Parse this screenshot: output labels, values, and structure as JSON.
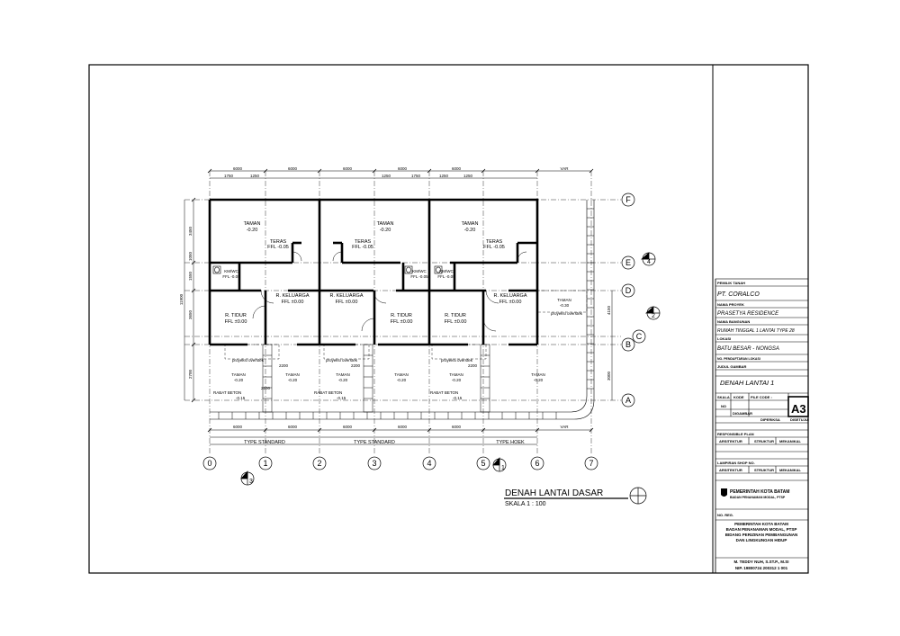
{
  "drawing": {
    "title": "DENAH LANTAI DASAR",
    "scale": "SKALA 1 : 100",
    "grid_columns": [
      "0",
      "1",
      "2",
      "3",
      "4",
      "5",
      "6",
      "7"
    ],
    "grid_rows": [
      "F",
      "E",
      "D",
      "C",
      "B",
      "A"
    ],
    "section_marks": [
      "4",
      "2",
      "3",
      "1"
    ],
    "type_labels": [
      "TYPE STANDARD",
      "TYPE STANDARD",
      "TYPE HOEK"
    ],
    "rooms": {
      "taman": "TAMAN",
      "taman_level": "-0.20",
      "teras": "TERAS",
      "teras_level": "FFL -0.05",
      "kmwc": "KM/WC",
      "kmwc_level": "FFL -0.05",
      "keluarga": "R. KELUARGA",
      "tidur": "R. TIDUR",
      "ffl_zero": "FFL ±0.00",
      "taman_right_level": "-0.30",
      "rabat": "RABAT BETON",
      "rabat_level": "-0.15",
      "overstek": "proyeksi overstek"
    },
    "dims_top": [
      "6000",
      "6000",
      "6000",
      "6000",
      "6000",
      "VAR"
    ],
    "dims_top_inner": [
      "1750",
      "1250",
      "1250",
      "1750",
      "1250",
      "1250"
    ],
    "dims_bottom": [
      "6000",
      "6000",
      "6000",
      "6000",
      "6000",
      "VAR"
    ],
    "dims_bottom_inner": [
      "2200",
      "2200",
      "2200",
      "2200"
    ],
    "dims_left": [
      "3450",
      "1050",
      "1550",
      "3650",
      "2700"
    ],
    "dims_left_total": "11900",
    "dims_right": [
      "4150",
      "3000"
    ]
  },
  "title_block": {
    "owner_label": "PEMILIK TANAH",
    "owner": "PT. CORALCO",
    "project_label": "NAMA PROYEK",
    "project": "PRASETYA RESIDENCE",
    "building_label": "NAMA BANGUNAN",
    "building": "RUMAH TINGGAL 1 LANTAI TYPE 28",
    "location_label": "LOKASI",
    "location": "BATU BESAR - NONGSA",
    "permit_row": "NO. PENDAFTARAN LOKASI",
    "sheet_title_label": "JUDUL GAMBAR",
    "sheet_title": "DENAH LANTAI 1",
    "scale_label": "SKALA",
    "code_label": "KODE",
    "file_code_label": "FILE CODE :",
    "no_label": "NO",
    "sheet_size": "A3",
    "drawn": "DIGAMBAR",
    "checked": "DIPERIKSA",
    "approved": "DISETUJUI",
    "responsible": "RESPONSIBLE PLAN",
    "architect": "ARSITEKTUR",
    "structure": "STRUKTUR",
    "mep": "MEKANIKAL",
    "revision": "LAMPIRAN SHOP NO.",
    "gov_name": "PEMERINTAH KOTA BATAM",
    "gov_sub": "BADAN PENANAMAN MODAL, PTSP",
    "reg_no": "NO. REG.",
    "approval_1": "PEMERINTAH KOTA BATAM",
    "approval_2": "BADAN PENANAMAN MODAL, PTSP",
    "approval_3": "BIDANG PERIZINAN PEMBANGUNAN",
    "approval_4": "DAN LINGKUNGAN HIDUP",
    "signer": "M. TEDDY NUH, S.ST.P., M.SI",
    "nip": "NIP. 19800724 200312 1 001"
  }
}
